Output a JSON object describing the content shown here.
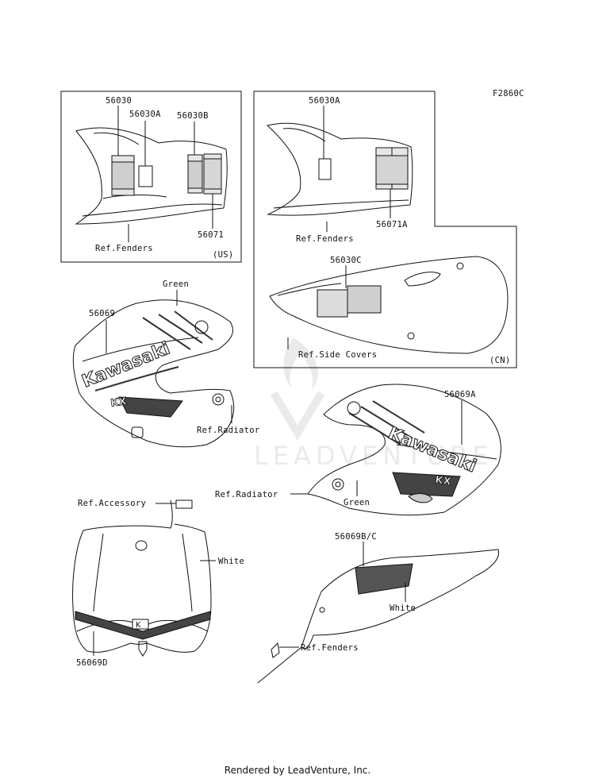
{
  "diagram_code": "F2860C",
  "labels": {
    "us_56030": "56030",
    "us_56030A": "56030A",
    "us_56030B": "56030B",
    "us_56071": "56071",
    "us_ref_fenders": "Ref.Fenders",
    "us_region": "(US)",
    "cn_56030A": "56030A",
    "cn_56071A": "56071A",
    "cn_ref_fenders": "Ref.Fenders",
    "cn_56030C": "56030C",
    "cn_ref_side_covers": "Ref.Side Covers",
    "cn_region": "(CN)",
    "left_green": "Green",
    "left_56069": "56069",
    "left_ref_radiator": "Ref.Radiator",
    "right_56069A": "56069A",
    "right_ref_radiator": "Ref.Radiator",
    "right_green": "Green",
    "ref_accessory": "Ref.Accessory",
    "plate_white": "White",
    "plate_56069D": "56069D",
    "fender_56069BC": "56069B/C",
    "fender_white": "White",
    "fender_ref_fenders": "Ref.Fenders"
  },
  "shroud_brand": "Kawasaki",
  "shroud_model": "KX",
  "plate_logo": "K",
  "watermark": "LEADVENTURE",
  "footer": "Rendered by LeadVenture, Inc."
}
